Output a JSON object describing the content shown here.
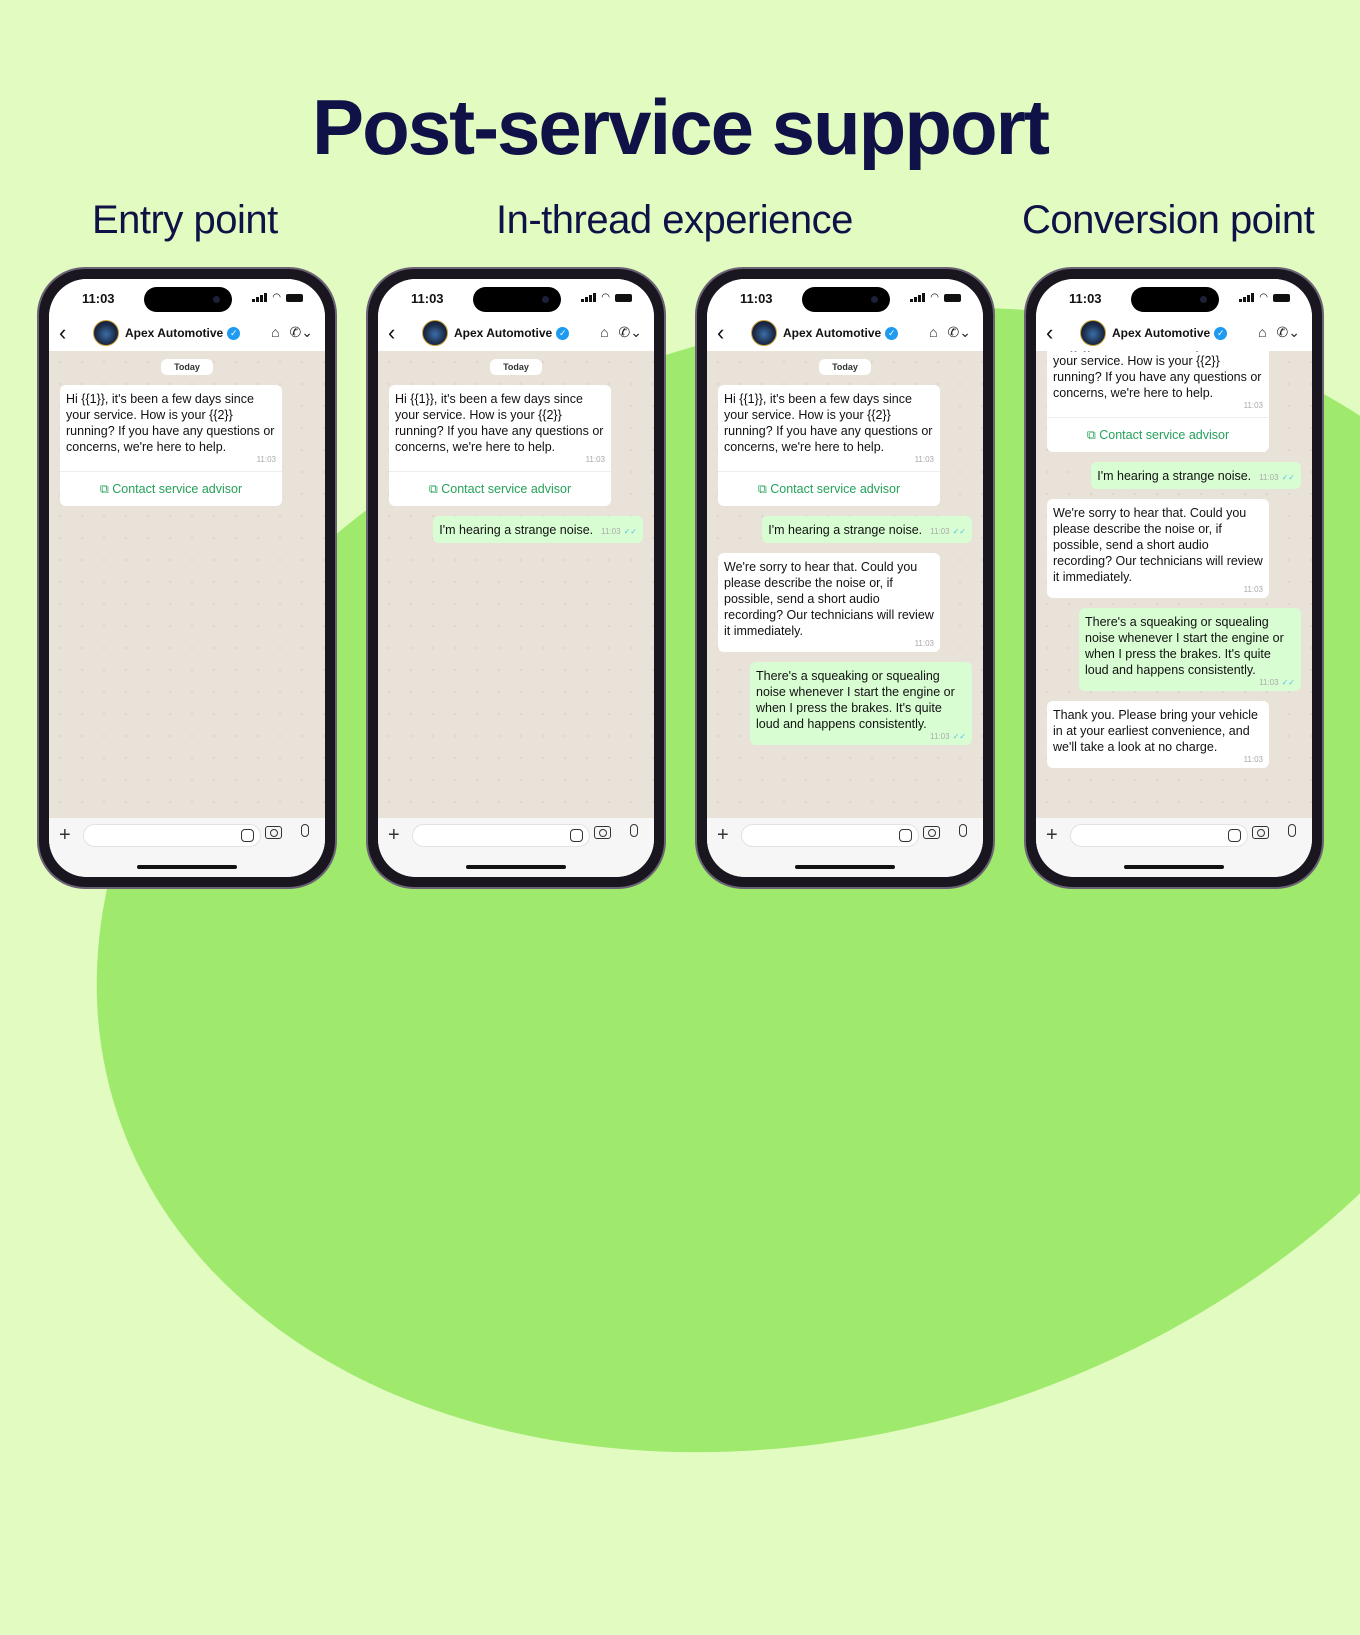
{
  "title": "Post-service support",
  "sections": [
    "Entry point",
    "In-thread experience",
    "Conversion point"
  ],
  "phone": {
    "time": "11:03",
    "contact": "Apex Automotive",
    "date_badge": "Today"
  },
  "messages": [
    {
      "dir": "in",
      "text": "Hi {{1}}, it's been a few days since your service. How is your {{2}} running? If you have any questions or concerns, we're here to help.",
      "time": "11:03",
      "cta": "Contact service advisor"
    },
    {
      "dir": "out",
      "text": "I'm hearing a strange noise.",
      "time": "11:03"
    },
    {
      "dir": "in",
      "text": "We're sorry to hear that. Could you please describe the noise or, if possible, send a short audio recording? Our technicians will review it immediately.",
      "time": "11:03"
    },
    {
      "dir": "out",
      "text": "There's a squeaking or squealing noise whenever I start the engine or when I press the brakes. It's quite loud and happens consistently.",
      "time": "11:03"
    },
    {
      "dir": "in",
      "text": "Thank you. Please bring your vehicle in at your earliest convenience, and we'll take a look at no charge.",
      "time": "11:03"
    }
  ],
  "phones": [
    {
      "count": 1,
      "scroll": 0
    },
    {
      "count": 2,
      "scroll": 0
    },
    {
      "count": 4,
      "scroll": 0
    },
    {
      "count": 5,
      "scroll": 54
    }
  ]
}
